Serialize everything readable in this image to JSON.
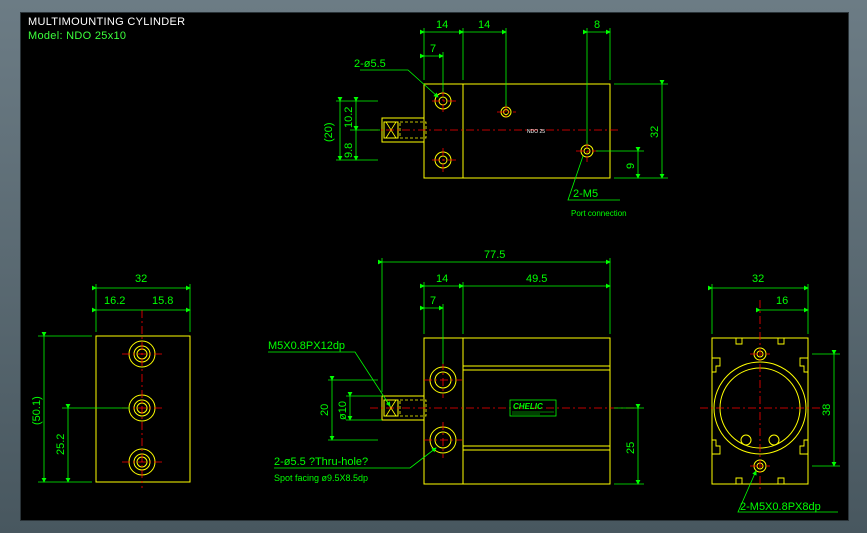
{
  "header": {
    "title": "MULTIMOUNTING CYLINDER",
    "model": "Model: NDO 25x10"
  },
  "colors": {
    "background": "#000000",
    "outline": "#ffff00",
    "dimension": "#00ff00",
    "centerline": "#ff0000",
    "annotation": "#ffffff",
    "leader": "#00ffff"
  },
  "top_view": {
    "dim_14_a": "14",
    "dim_14_b": "14",
    "dim_8": "8",
    "dim_7": "7",
    "hole_callout": "2-ø5.5",
    "dim_20": "(20)",
    "dim_10_2": "10.2",
    "dim_9_8": "9.8",
    "dim_32": "32",
    "dim_9": "9",
    "port_callout": "2-M5",
    "port_note": "Port connection",
    "small_label": "NDO 25"
  },
  "side_view": {
    "dim_32": "32",
    "dim_16_2": "16.2",
    "dim_15_8": "15.8",
    "dim_50_1": "(50.1)",
    "dim_25_2": "25.2"
  },
  "front_view": {
    "dim_77_5": "77.5",
    "dim_14": "14",
    "dim_49_5": "49.5",
    "dim_7": "7",
    "thread_callout": "M5X0.8PX12dp",
    "dim_20": "20",
    "dim_phi10": "ø10",
    "dim_25": "25",
    "hole_callout": "2-ø5.5 ?Thru-hole?",
    "spot_callout": "Spot facing  ø9.5X8.5dp",
    "logo": "CHELIC"
  },
  "end_view": {
    "dim_32": "32",
    "dim_16": "16",
    "dim_38": "38",
    "thread_callout": "2-M5X0.8PX8dp"
  }
}
